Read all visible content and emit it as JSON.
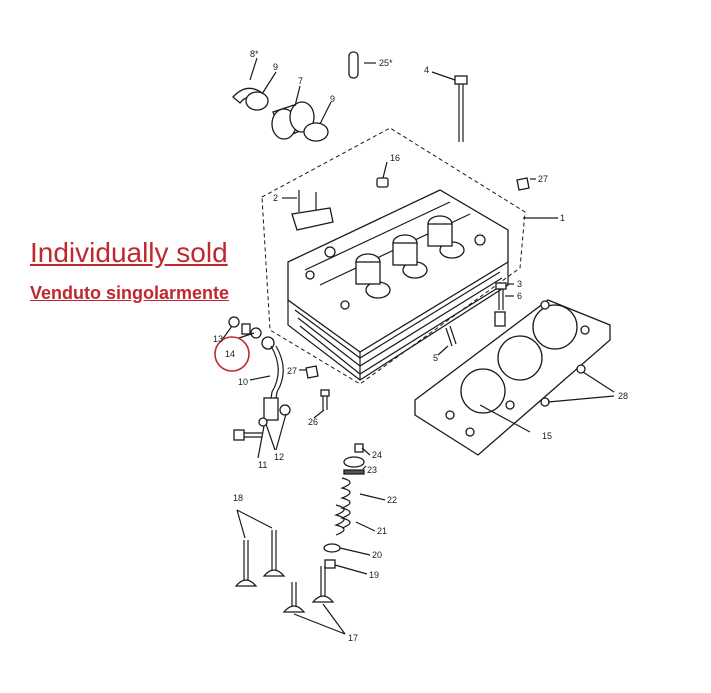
{
  "notes": {
    "english": "Individually sold",
    "italian": "Venduto singolarmente",
    "color": "#c0282e"
  },
  "highlight_target": "14",
  "callouts": {
    "c1": "1",
    "c2": "2",
    "c3": "3",
    "c4": "4",
    "c5": "5",
    "c6": "6",
    "c7": "7",
    "c8": "8*",
    "c9a": "9",
    "c9b": "9",
    "c10": "10",
    "c11": "11",
    "c12": "12",
    "c13": "13",
    "c14": "14",
    "c15": "15",
    "c16": "16",
    "c17": "17",
    "c18": "18",
    "c19": "19",
    "c20": "20",
    "c21": "21",
    "c22": "22",
    "c23": "23",
    "c24": "24",
    "c25": "25*",
    "c26": "26",
    "c27a": "27",
    "c27b": "27",
    "c28": "28"
  }
}
